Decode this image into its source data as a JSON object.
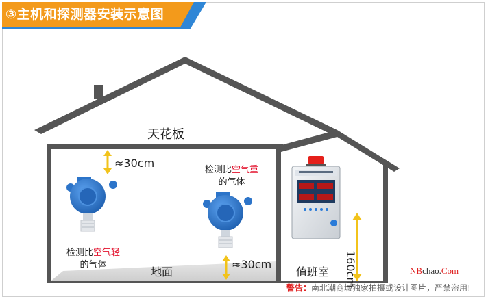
{
  "title": "③主机和探测器安装示意图",
  "labels": {
    "ceiling": "天花板",
    "floor": "地面",
    "duty_room": "值班室",
    "gap_top": "≈30cm",
    "gap_bottom": "≈30cm",
    "height": "160cm"
  },
  "detector_light": {
    "prefix": "检测比",
    "highlight": "空气轻",
    "suffix": "的气体"
  },
  "detector_heavy": {
    "prefix": "检测比",
    "highlight": "空气重",
    "suffix": "的气体"
  },
  "brand": {
    "part1": "NB",
    "part2": "chao.",
    "part3": "Com"
  },
  "warning": {
    "label": "警告：",
    "text": "南北潮商城独家拍摄或设计图片，严禁盗用!"
  },
  "colors": {
    "banner_orange": "#f39a1b",
    "banner_blue": "#2f86d6",
    "roof": "#555555",
    "arrow": "#f2c31b",
    "highlight": "#e3122d",
    "detector_body": "#2c74c9"
  },
  "icons": [
    "gas-detector-icon",
    "controller-icon",
    "alarm-light-icon",
    "chimney-icon"
  ]
}
